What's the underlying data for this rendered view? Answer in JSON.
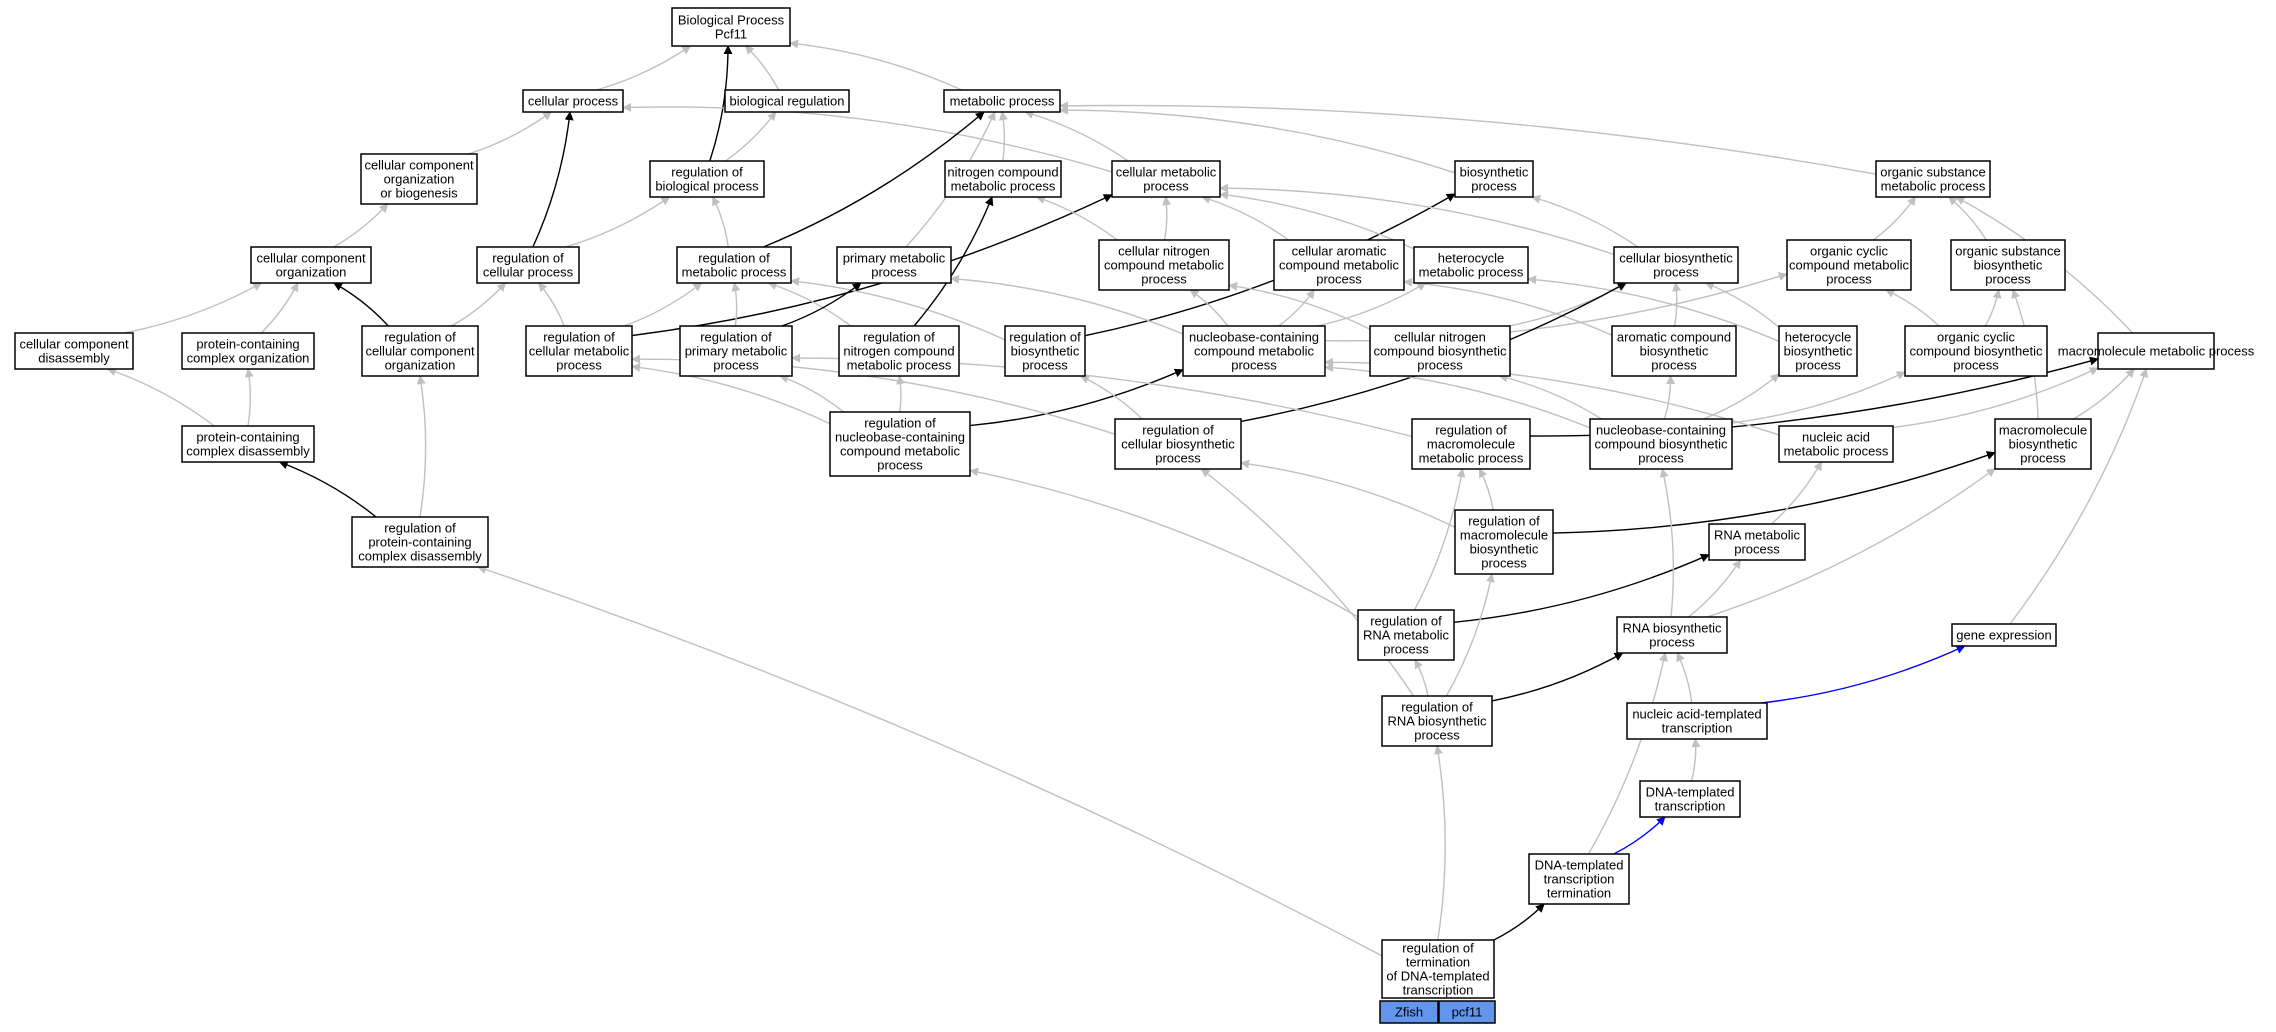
{
  "colors": {
    "grey_edge": "#c0c0c0",
    "black_edge": "#000000",
    "blue_edge": "#0000ff",
    "tag_fill": "#6495ed"
  },
  "nodes": [
    {
      "id": "bp",
      "lines": [
        "Biological Process",
        "Pcf11"
      ]
    },
    {
      "id": "cp",
      "lines": [
        "cellular process"
      ]
    },
    {
      "id": "breg",
      "lines": [
        "biological regulation"
      ]
    },
    {
      "id": "mp",
      "lines": [
        "metabolic process"
      ]
    },
    {
      "id": "ccob",
      "lines": [
        "cellular component",
        "organization",
        "or biogenesis"
      ]
    },
    {
      "id": "rbp",
      "lines": [
        "regulation of",
        "biological process"
      ]
    },
    {
      "id": "ncmp",
      "lines": [
        "nitrogen compound",
        "metabolic process"
      ]
    },
    {
      "id": "cmp",
      "lines": [
        "cellular metabolic",
        "process"
      ]
    },
    {
      "id": "bsp",
      "lines": [
        "biosynthetic",
        "process"
      ]
    },
    {
      "id": "osmp",
      "lines": [
        "organic substance",
        "metabolic process"
      ]
    },
    {
      "id": "cco",
      "lines": [
        "cellular component",
        "organization"
      ]
    },
    {
      "id": "rcp",
      "lines": [
        "regulation of",
        "cellular process"
      ]
    },
    {
      "id": "rmp",
      "lines": [
        "regulation of",
        "metabolic process"
      ]
    },
    {
      "id": "pmp",
      "lines": [
        "primary metabolic",
        "process"
      ]
    },
    {
      "id": "cncmp",
      "lines": [
        "cellular nitrogen",
        "compound metabolic",
        "process"
      ]
    },
    {
      "id": "cacmp",
      "lines": [
        "cellular aromatic",
        "compound metabolic",
        "process"
      ]
    },
    {
      "id": "hmp",
      "lines": [
        "heterocycle",
        "metabolic process"
      ]
    },
    {
      "id": "cbp",
      "lines": [
        "cellular biosynthetic",
        "process"
      ]
    },
    {
      "id": "occmp",
      "lines": [
        "organic cyclic",
        "compound metabolic",
        "process"
      ]
    },
    {
      "id": "osbp",
      "lines": [
        "organic substance",
        "biosynthetic",
        "process"
      ]
    },
    {
      "id": "ccd",
      "lines": [
        "cellular component",
        "disassembly"
      ]
    },
    {
      "id": "pcco",
      "lines": [
        "protein-containing",
        "complex organization"
      ]
    },
    {
      "id": "rcco",
      "lines": [
        "regulation of",
        "cellular component",
        "organization"
      ]
    },
    {
      "id": "rcmp",
      "lines": [
        "regulation of",
        "cellular metabolic",
        "process"
      ]
    },
    {
      "id": "rpmp",
      "lines": [
        "regulation of",
        "primary metabolic",
        "process"
      ]
    },
    {
      "id": "rncmp",
      "lines": [
        "regulation of",
        "nitrogen compound",
        "metabolic process"
      ]
    },
    {
      "id": "rbsp",
      "lines": [
        "regulation of",
        "biosynthetic",
        "process"
      ]
    },
    {
      "id": "nbcmp",
      "lines": [
        "nucleobase-containing",
        "compound metabolic",
        "process"
      ]
    },
    {
      "id": "cncbp",
      "lines": [
        "cellular nitrogen",
        "compound biosynthetic",
        "process"
      ]
    },
    {
      "id": "acbp",
      "lines": [
        "aromatic compound",
        "biosynthetic",
        "process"
      ]
    },
    {
      "id": "hbp",
      "lines": [
        "heterocycle",
        "biosynthetic",
        "process"
      ]
    },
    {
      "id": "occbp",
      "lines": [
        "organic cyclic",
        "compound biosynthetic",
        "process"
      ]
    },
    {
      "id": "mmp",
      "lines": [
        "macromolecule metabolic process"
      ]
    },
    {
      "id": "pccd",
      "lines": [
        "protein-containing",
        "complex disassembly"
      ]
    },
    {
      "id": "rnbcmp",
      "lines": [
        "regulation of",
        "nucleobase-containing",
        "compound metabolic",
        "process"
      ]
    },
    {
      "id": "rcbp",
      "lines": [
        "regulation of",
        "cellular biosynthetic",
        "process"
      ]
    },
    {
      "id": "rmmp",
      "lines": [
        "regulation of",
        "macromolecule",
        "metabolic process"
      ]
    },
    {
      "id": "nbcbp",
      "lines": [
        "nucleobase-containing",
        "compound biosynthetic",
        "process"
      ]
    },
    {
      "id": "namp",
      "lines": [
        "nucleic acid",
        "metabolic process"
      ]
    },
    {
      "id": "mbp",
      "lines": [
        "macromolecule",
        "biosynthetic",
        "process"
      ]
    },
    {
      "id": "rpccd",
      "lines": [
        "regulation of",
        "protein-containing",
        "complex disassembly"
      ]
    },
    {
      "id": "rmbp",
      "lines": [
        "regulation of",
        "macromolecule",
        "biosynthetic",
        "process"
      ]
    },
    {
      "id": "rnamp",
      "lines": [
        "RNA metabolic",
        "process"
      ]
    },
    {
      "id": "rrnamp",
      "lines": [
        "regulation of",
        "RNA metabolic",
        "process"
      ]
    },
    {
      "id": "rnabp",
      "lines": [
        "RNA biosynthetic",
        "process"
      ]
    },
    {
      "id": "ge",
      "lines": [
        "gene expression"
      ]
    },
    {
      "id": "rrnabp",
      "lines": [
        "regulation of",
        "RNA biosynthetic",
        "process"
      ]
    },
    {
      "id": "natt",
      "lines": [
        "nucleic acid-templated",
        "transcription"
      ]
    },
    {
      "id": "dtt",
      "lines": [
        "DNA-templated",
        "transcription"
      ]
    },
    {
      "id": "dttt",
      "lines": [
        "DNA-templated",
        "transcription",
        "termination"
      ]
    },
    {
      "id": "rtdt",
      "lines": [
        "regulation of",
        "termination",
        "of DNA-templated",
        "transcription"
      ]
    }
  ],
  "tags": [
    {
      "id": "zfish",
      "label": "Zfish"
    },
    {
      "id": "pcf11",
      "label": "pcf11"
    }
  ],
  "edges": [
    [
      "cp",
      "bp",
      "g"
    ],
    [
      "breg",
      "bp",
      "g"
    ],
    [
      "mp",
      "bp",
      "g"
    ],
    [
      "rbp",
      "bp",
      "k"
    ],
    [
      "rbp",
      "breg",
      "g"
    ],
    [
      "ccob",
      "cp",
      "g"
    ],
    [
      "rcp",
      "cp",
      "k"
    ],
    [
      "cmp",
      "cp",
      "g"
    ],
    [
      "cco",
      "ccob",
      "g"
    ],
    [
      "ncmp",
      "mp",
      "g"
    ],
    [
      "cmp",
      "mp",
      "g"
    ],
    [
      "bsp",
      "mp",
      "g"
    ],
    [
      "osmp",
      "mp",
      "g"
    ],
    [
      "rmp",
      "mp",
      "k"
    ],
    [
      "pmp",
      "mp",
      "g"
    ],
    [
      "rcp",
      "rbp",
      "g"
    ],
    [
      "rmp",
      "rbp",
      "g"
    ],
    [
      "ccd",
      "cco",
      "g"
    ],
    [
      "pcco",
      "cco",
      "g"
    ],
    [
      "rcco",
      "cco",
      "k"
    ],
    [
      "rcco",
      "rcp",
      "g"
    ],
    [
      "rcmp",
      "rcp",
      "g"
    ],
    [
      "rcmp",
      "cmp",
      "k"
    ],
    [
      "rcmp",
      "rmp",
      "g"
    ],
    [
      "rpmp",
      "rmp",
      "g"
    ],
    [
      "rncmp",
      "rmp",
      "g"
    ],
    [
      "rbsp",
      "rmp",
      "g"
    ],
    [
      "rpmp",
      "pmp",
      "k"
    ],
    [
      "rncmp",
      "ncmp",
      "k"
    ],
    [
      "rbsp",
      "bsp",
      "k"
    ],
    [
      "cncmp",
      "cmp",
      "g"
    ],
    [
      "cncmp",
      "ncmp",
      "g"
    ],
    [
      "cacmp",
      "cmp",
      "g"
    ],
    [
      "hmp",
      "cmp",
      "g"
    ],
    [
      "cbp",
      "bsp",
      "g"
    ],
    [
      "cbp",
      "cmp",
      "g"
    ],
    [
      "occmp",
      "osmp",
      "g"
    ],
    [
      "osbp",
      "osmp",
      "g"
    ],
    [
      "mmp",
      "osmp",
      "g"
    ],
    [
      "nbcmp",
      "cncmp",
      "g"
    ],
    [
      "nbcmp",
      "cacmp",
      "g"
    ],
    [
      "nbcmp",
      "hmp",
      "g"
    ],
    [
      "nbcmp",
      "occmp",
      "g"
    ],
    [
      "nbcmp",
      "pmp",
      "g"
    ],
    [
      "cncbp",
      "cncmp",
      "g"
    ],
    [
      "cncbp",
      "cbp",
      "g"
    ],
    [
      "acbp",
      "cacmp",
      "g"
    ],
    [
      "acbp",
      "cbp",
      "g"
    ],
    [
      "hbp",
      "hmp",
      "g"
    ],
    [
      "hbp",
      "cbp",
      "g"
    ],
    [
      "occbp",
      "occmp",
      "g"
    ],
    [
      "occbp",
      "osbp",
      "g"
    ],
    [
      "mbp",
      "osbp",
      "g"
    ],
    [
      "pccd",
      "pcco",
      "g"
    ],
    [
      "pccd",
      "ccd",
      "g"
    ],
    [
      "rnbcmp",
      "nbcmp",
      "k"
    ],
    [
      "rnbcmp",
      "rcmp",
      "g"
    ],
    [
      "rnbcmp",
      "rpmp",
      "g"
    ],
    [
      "rnbcmp",
      "rncmp",
      "g"
    ],
    [
      "rcbp",
      "cbp",
      "k"
    ],
    [
      "rcbp",
      "rbsp",
      "g"
    ],
    [
      "rcbp",
      "rcmp",
      "g"
    ],
    [
      "rmmp",
      "mmp",
      "k"
    ],
    [
      "rmmp",
      "rpmp",
      "g"
    ],
    [
      "nbcbp",
      "nbcmp",
      "g"
    ],
    [
      "nbcbp",
      "cncbp",
      "g"
    ],
    [
      "nbcbp",
      "acbp",
      "g"
    ],
    [
      "nbcbp",
      "hbp",
      "g"
    ],
    [
      "nbcbp",
      "occbp",
      "g"
    ],
    [
      "namp",
      "nbcmp",
      "g"
    ],
    [
      "namp",
      "mmp",
      "g"
    ],
    [
      "mbp",
      "mmp",
      "g"
    ],
    [
      "rpccd",
      "pccd",
      "k"
    ],
    [
      "rpccd",
      "rcco",
      "g"
    ],
    [
      "rmbp",
      "mbp",
      "k"
    ],
    [
      "rmbp",
      "rmmp",
      "g"
    ],
    [
      "rmbp",
      "rcbp",
      "g"
    ],
    [
      "rnamp",
      "namp",
      "g"
    ],
    [
      "rrnamp",
      "rnamp",
      "k"
    ],
    [
      "rrnamp",
      "rmmp",
      "g"
    ],
    [
      "rrnamp",
      "rnbcmp",
      "g"
    ],
    [
      "rnabp",
      "rnamp",
      "g"
    ],
    [
      "rnabp",
      "nbcbp",
      "g"
    ],
    [
      "rnabp",
      "mbp",
      "g"
    ],
    [
      "ge",
      "mmp",
      "g"
    ],
    [
      "rrnabp",
      "rnabp",
      "k"
    ],
    [
      "rrnabp",
      "rrnamp",
      "g"
    ],
    [
      "rrnabp",
      "rmbp",
      "g"
    ],
    [
      "rrnabp",
      "rcbp",
      "g"
    ],
    [
      "natt",
      "rnabp",
      "g"
    ],
    [
      "natt",
      "ge",
      "b"
    ],
    [
      "dtt",
      "natt",
      "g"
    ],
    [
      "dttt",
      "dtt",
      "b"
    ],
    [
      "dttt",
      "rnabp",
      "g"
    ],
    [
      "rtdt",
      "dttt",
      "k"
    ],
    [
      "rtdt",
      "rrnabp",
      "g"
    ],
    [
      "rtdt",
      "rpccd",
      "g"
    ]
  ]
}
